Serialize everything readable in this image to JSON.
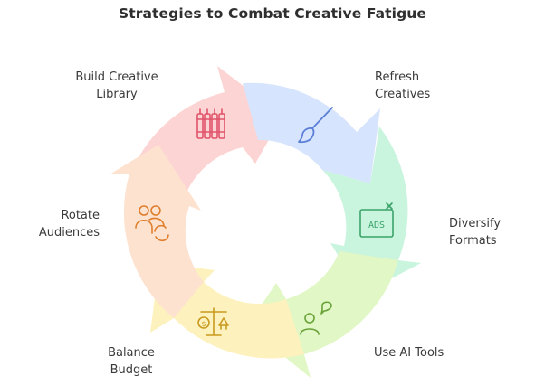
{
  "title": "Strategies to Combat Creative Fatigue",
  "steps": [
    {
      "id": "build",
      "lines": [
        "Build Creative",
        "Library"
      ],
      "color": "#fdd4d4",
      "icon": "books-icon"
    },
    {
      "id": "refresh",
      "lines": [
        "Refresh",
        "Creatives"
      ],
      "color": "#d6e4fd",
      "icon": "paintbrush-icon"
    },
    {
      "id": "diversify",
      "lines": [
        "Diversify",
        "Formats"
      ],
      "color": "#c9f4dd",
      "icon": "ads-icon",
      "icon_text": "ADS"
    },
    {
      "id": "ai",
      "lines": [
        "Use AI Tools"
      ],
      "color": "#e1f7c5",
      "icon": "person-chat-icon"
    },
    {
      "id": "budget",
      "lines": [
        "Balance",
        "Budget"
      ],
      "color": "#fdf2bd",
      "icon": "balance-scale-icon"
    },
    {
      "id": "rotate",
      "lines": [
        "Rotate",
        "Audiences"
      ],
      "color": "#fde2cf",
      "icon": "audience-rotate-icon"
    }
  ]
}
